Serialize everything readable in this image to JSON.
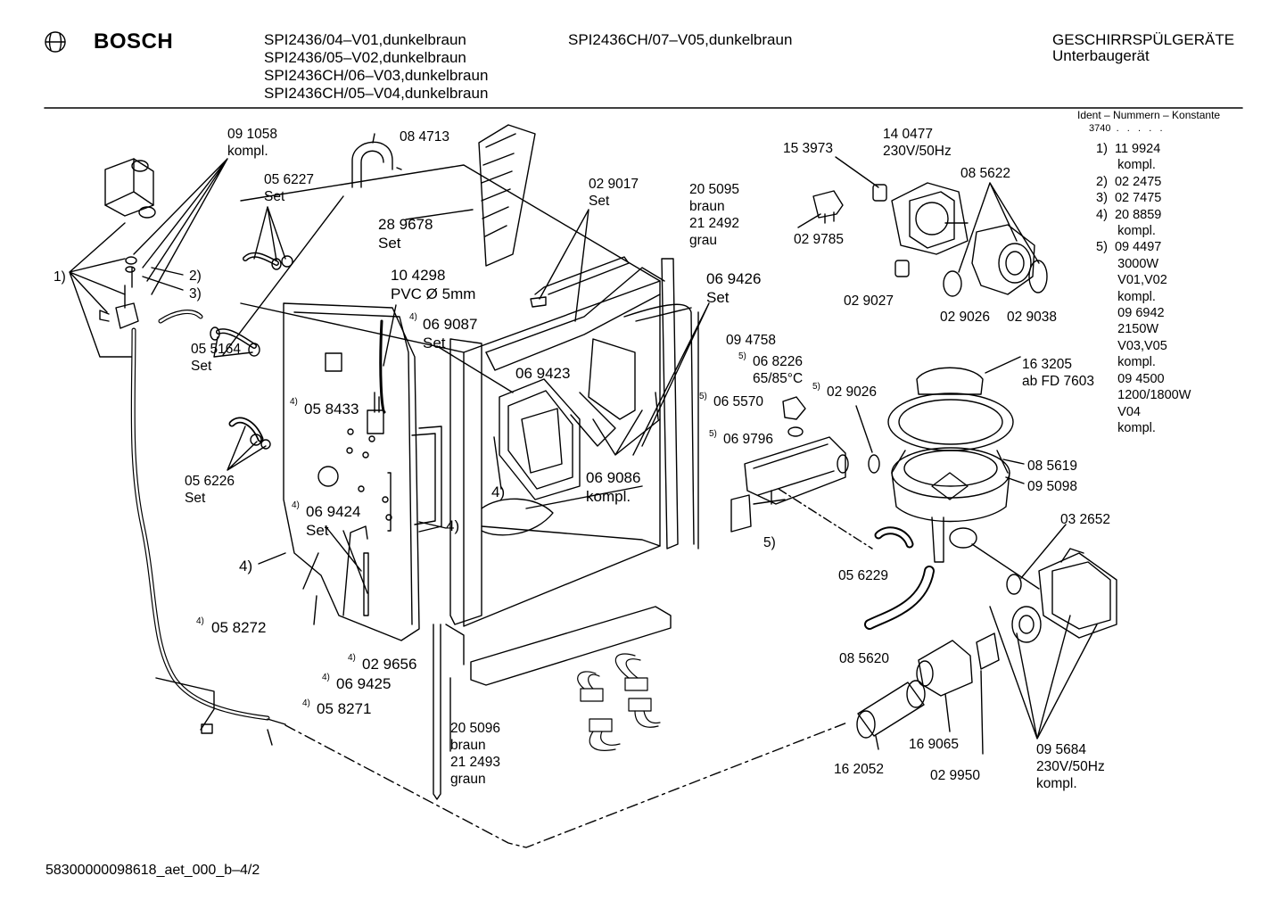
{
  "header": {
    "brand": "BOSCH",
    "models_col1": [
      "SPI2436/04–V01,dunkelbraun",
      "SPI2436/05–V02,dunkelbraun",
      "SPI2436CH/06–V03,dunkelbraun",
      "SPI2436CH/05–V04,dunkelbraun"
    ],
    "models_col2": [
      "SPI2436CH/07–V05,dunkelbraun"
    ],
    "category": "GESCHIRRSPÜLGERÄTE",
    "subcategory": "Unterbaugerät"
  },
  "legend": {
    "title": "Ident – Nummern – Konstante",
    "constant": "3740  .   .   .   .   .",
    "lines": [
      "1)  11 9924",
      "      kompl.",
      "2)  02 2475",
      "3)  02 7475",
      "4)  20 8859",
      "      kompl.",
      "5)  09 4497",
      "      3000W",
      "      V01,V02",
      "      kompl.",
      "      09 6942",
      "      2150W",
      "      V03,V05",
      "      kompl.",
      "      09 4500",
      "      1200/1800W",
      "      V04",
      "      kompl."
    ]
  },
  "callouts": {
    "c091058": "09 1058\nkompl.",
    "c084713": "08 4713",
    "c056227": "05 6227\nSet",
    "c289678": "28 9678\nSet",
    "c104298": "10 4298\nPVC Ø 5mm",
    "c069087_sup": "4)",
    "c069087": "06 9087\nSet",
    "c029017": "02 9017\nSet",
    "c205095": "20 5095\nbraun\n21 2492\ngrau",
    "c069426": "06 9426\nSet",
    "c153973": "15 3973",
    "c140477": "14 0477\n230V/50Hz",
    "c085622": "08 5622",
    "c029785": "02 9785",
    "c029027": "02 9027",
    "c029026a": "02 9026",
    "c029038": "02 9038",
    "c1": "1)",
    "c2": "2)",
    "c3": "3)",
    "c055164": "05 5164\nSet",
    "c058433_sup": "4)",
    "c058433": "05 8433",
    "c069423": "06 9423",
    "c094758": "09 4758",
    "c068226_sup": "5)",
    "c068226": "06 8226\n65/85°C",
    "c029026b_sup": "5)",
    "c029026b": "02 9026",
    "c065570_sup": "5)",
    "c065570": "06 5570",
    "c069796_sup": "5)",
    "c069796": "06 9796",
    "c163205": "16 3205\nab FD 7603",
    "c085619": "08 5619",
    "c095098": "09 5098",
    "c056226": "05 6226\nSet",
    "c069424_sup": "4)",
    "c069424": "06 9424\nSet",
    "c4a": "4)",
    "c4b": "4)",
    "c4c": "4)",
    "c069086": "06 9086\nkompl.",
    "c5": "5)",
    "c056229": "05 6229",
    "c032652": "03 2652",
    "c058272_sup": "4)",
    "c058272": "05 8272",
    "c029656_sup": "4)",
    "c029656": "02 9656",
    "c069425_sup": "4)",
    "c069425": "06 9425",
    "c058271_sup": "4)",
    "c058271": "05 8271",
    "c085620": "08 5620",
    "c205096": "20 5096\nbraun\n21 2493\ngraun",
    "c169065": "16 9065",
    "c162052": "16 2052",
    "c029950": "02 9950",
    "c095684": "09 5684\n230V/50Hz\nkompl."
  },
  "footer": {
    "code": "58300000098618_aet_000_b–4/2"
  }
}
